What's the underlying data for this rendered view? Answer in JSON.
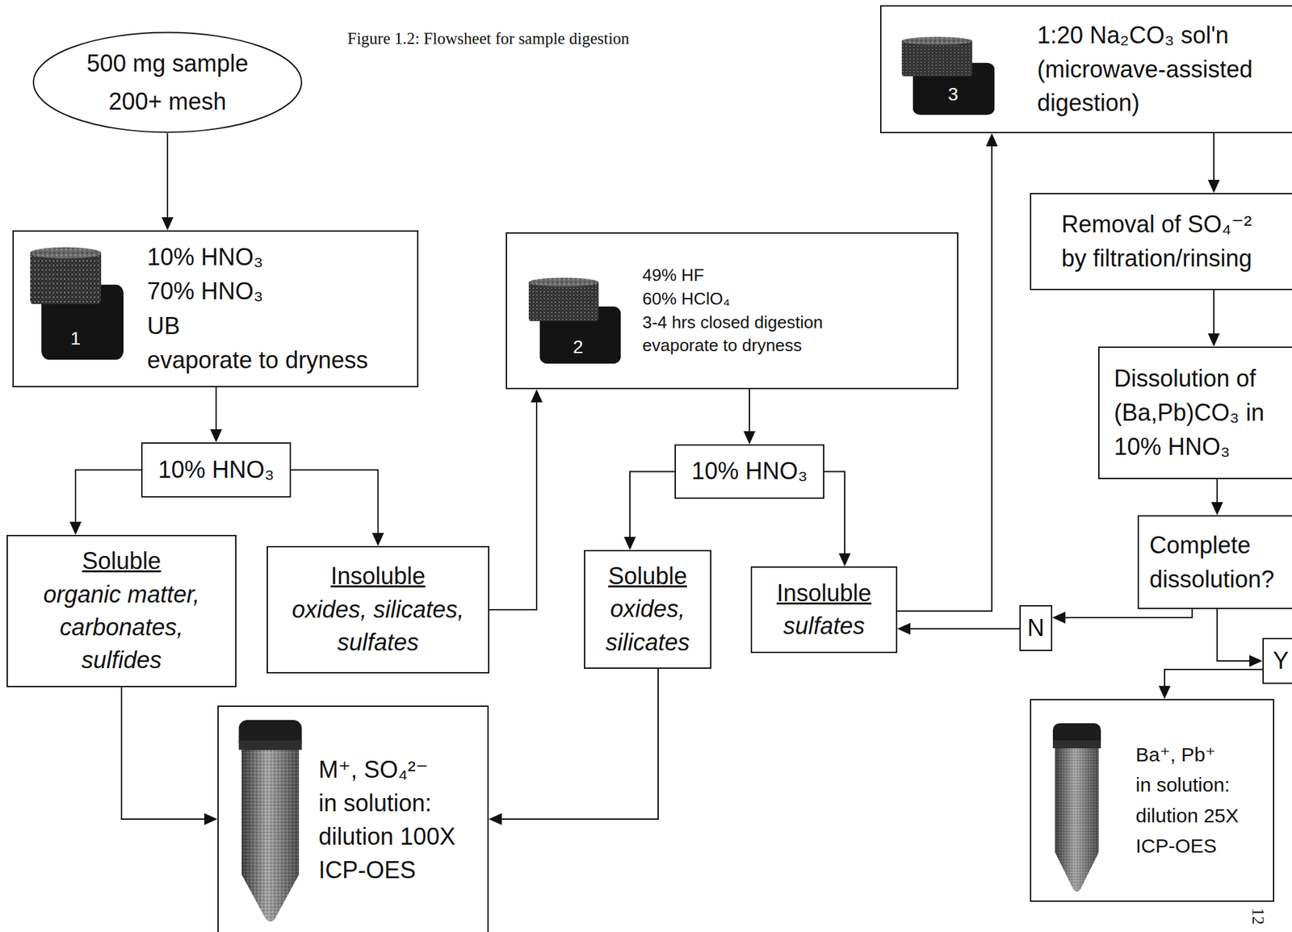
{
  "diagram": {
    "caption": "Figure 1.2: Flowsheet for sample digestion",
    "nodes": [
      {
        "text": [
          "500 mg sample",
          "200+ mesh"
        ]
      },
      {
        "text": [
          "10% HNO₃",
          "70% HNO₃",
          "UB",
          "evaporate to dryness"
        ]
      },
      {
        "text": [
          "10% HNO₃"
        ]
      },
      {
        "text": [
          "Soluble",
          "organic matter, carbonates, sulfides"
        ]
      },
      {
        "text": [
          "Insoluble",
          "oxides, silicates, sulfates"
        ]
      },
      {
        "text": [
          "49% HF",
          "60% HClO₄",
          "3-4 hrs closed digestion",
          "evaporate to dryness"
        ]
      },
      {
        "text": [
          "10% HNO₃"
        ]
      },
      {
        "text": [
          "Soluble",
          "oxides, silicates"
        ]
      },
      {
        "text": [
          "Insoluble",
          "sulfates"
        ]
      },
      {
        "text": [
          "M⁺, SO₄²⁻",
          "in solution:",
          "dilution 100X",
          "ICP-OES"
        ]
      },
      {
        "text": [
          "1:20 Na₂CO₃ sol'n",
          "(microwave-assisted digestion)"
        ]
      },
      {
        "text": [
          "Removal of SO₄⁻² by filtration/rinsing"
        ]
      },
      {
        "text": [
          "Dissolution of (Ba,Pb)CO₃ in 10% HNO₃"
        ]
      },
      {
        "text": [
          "Complete dissolution?"
        ]
      },
      {
        "text": [
          "N"
        ]
      },
      {
        "text": [
          "Y"
        ]
      },
      {
        "text": [
          "Ba⁺, Pb⁺",
          "in solution:",
          "dilution 25X",
          "ICP-OES"
        ]
      }
    ],
    "edges": [
      {
        "from": 0,
        "to": 1,
        "arrow": "to"
      },
      {
        "from": 1,
        "to": 2,
        "arrow": "to"
      },
      {
        "from": 2,
        "to": 3,
        "arrow": "to"
      },
      {
        "from": 2,
        "to": 4,
        "arrow": "to"
      },
      {
        "from": 4,
        "to": 5,
        "arrow": "to"
      },
      {
        "from": 3,
        "to": 9,
        "arrow": "to"
      },
      {
        "from": 5,
        "to": 6,
        "arrow": "to"
      },
      {
        "from": 6,
        "to": 7,
        "arrow": "to"
      },
      {
        "from": 6,
        "to": 8,
        "arrow": "to"
      },
      {
        "from": 7,
        "to": 9,
        "arrow": "to"
      },
      {
        "from": 8,
        "to": 10,
        "arrow": "to"
      },
      {
        "from": 10,
        "to": 11,
        "arrow": "to"
      },
      {
        "from": 11,
        "to": 12,
        "arrow": "to"
      },
      {
        "from": 12,
        "to": 13,
        "arrow": "to"
      },
      {
        "from": 13,
        "to": 14,
        "arrow": "to"
      },
      {
        "from": 14,
        "to": 8,
        "arrow": "to"
      },
      {
        "from": 13,
        "to": 15,
        "arrow": "to"
      },
      {
        "from": 15,
        "to": 16,
        "arrow": "to"
      }
    ],
    "labels": [
      "1",
      "2",
      "3",
      "12"
    ]
  }
}
